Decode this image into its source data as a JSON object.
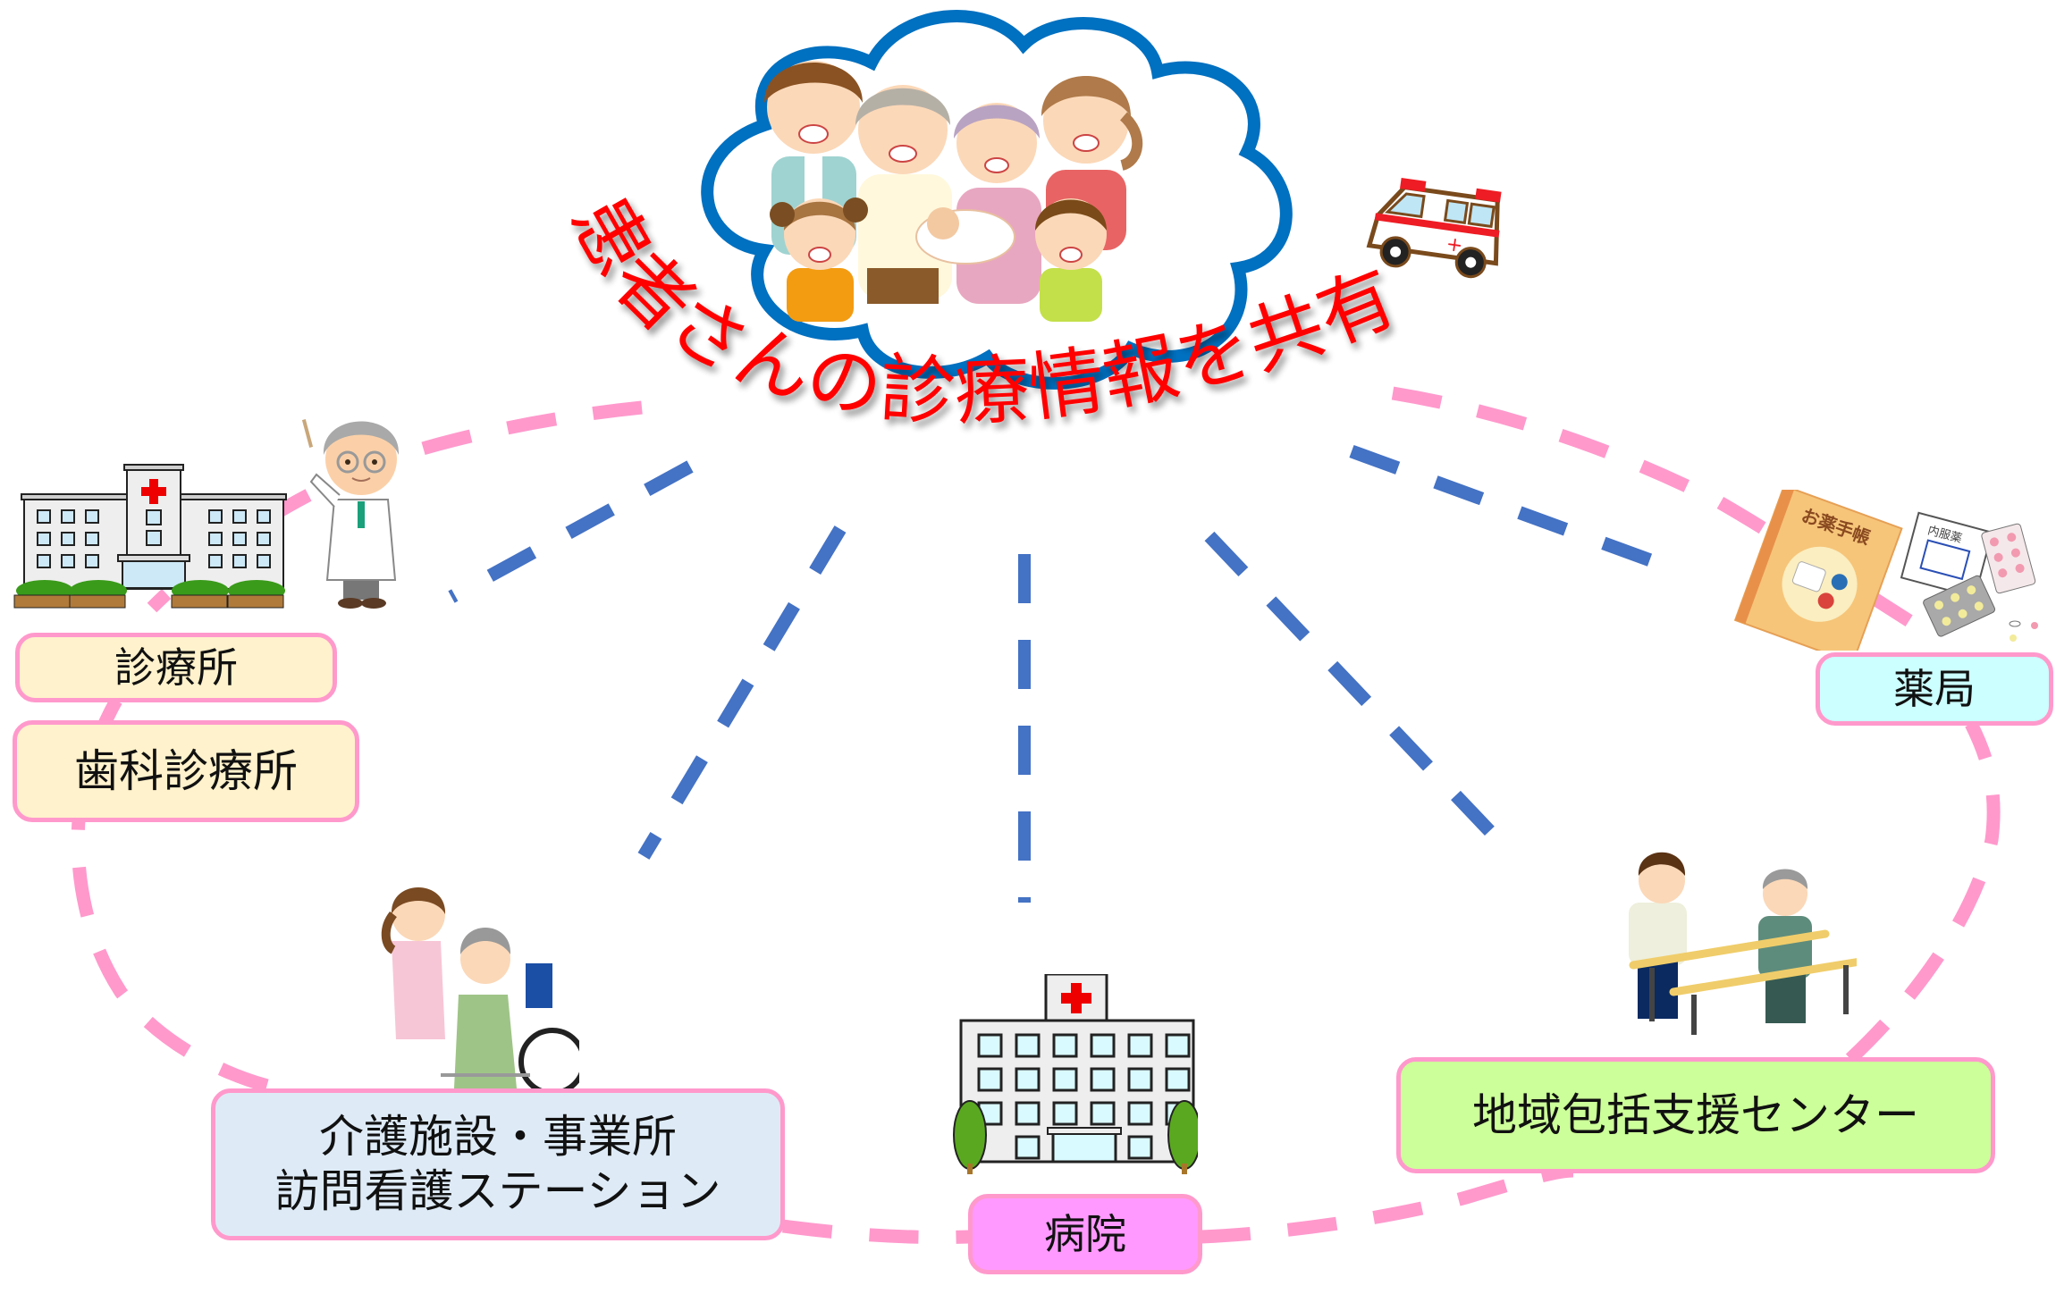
{
  "diagram": {
    "title": "患者さんの診療情報を共有",
    "colors": {
      "title": "#ff0000",
      "cloud_stroke": "#0070c0",
      "blue_link": "#4472c4",
      "pink_ring": "#ff99cc",
      "box_border": "#ff99cc"
    },
    "center": {
      "label_icon": "family-group-icon"
    },
    "nodes": {
      "clinic": {
        "label": "診療所",
        "fill": "#fff2cc",
        "icon": "clinic-building-icon"
      },
      "dental": {
        "label": "歯科診療所",
        "fill": "#fff2cc"
      },
      "doctor": {
        "icon": "doctor-icon"
      },
      "pharmacy": {
        "label": "薬局",
        "fill": "#ccffff",
        "icon": "medicine-notebook-icon",
        "notebook_text": "お薬手帳",
        "envelope_text": "内服薬"
      },
      "care": {
        "label_line1": "介護施設・事業所",
        "label_line2": "訪問看護ステーション",
        "fill": "#deebf7",
        "icon": "wheelchair-care-icon"
      },
      "hospital": {
        "label": "病院",
        "fill": "#ff99ff",
        "icon": "hospital-building-icon"
      },
      "community": {
        "label": "地域包括支援センター",
        "fill": "#ccff99",
        "icon": "rehabilitation-icon"
      },
      "ambulance": {
        "icon": "ambulance-icon"
      }
    }
  }
}
